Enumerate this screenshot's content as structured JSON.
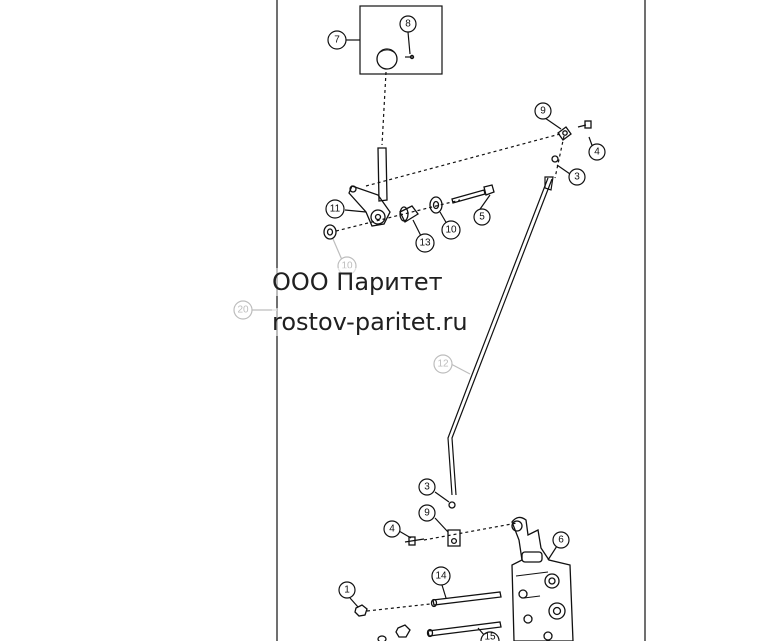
{
  "watermark": {
    "line1": "ООО Паритет",
    "line2": "rostov-paritet.ru"
  },
  "callouts": {
    "c1": "1",
    "c3a": "3",
    "c3b": "3",
    "c4a": "4",
    "c4b": "4",
    "c5": "5",
    "c6": "6",
    "c7": "7",
    "c8": "8",
    "c9a": "9",
    "c9b": "9",
    "c10a": "10",
    "c10b": "10",
    "c11": "11",
    "c12": "12",
    "c13": "13",
    "c14": "14",
    "c15": "15",
    "c20": "20"
  },
  "colors": {
    "line": "#111111",
    "faded": "#bdbdbd"
  }
}
